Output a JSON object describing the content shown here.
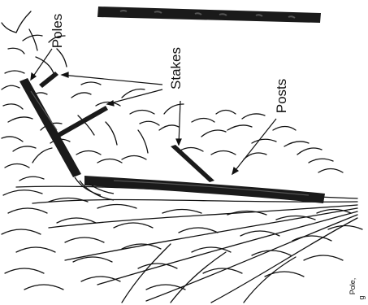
{
  "diagram": {
    "labels": {
      "poles": "Poles",
      "stakes": "Stakes",
      "posts": "Posts"
    },
    "corner_text": {
      "line1": "Pole,",
      "line2": "g"
    },
    "colors": {
      "ink": "#111111",
      "paper": "#ffffff",
      "pole_fill": "#1a1a1a",
      "pole_highlight": "#555555"
    },
    "icons": [
      "detached-pole-segment",
      "branch-stick"
    ]
  }
}
